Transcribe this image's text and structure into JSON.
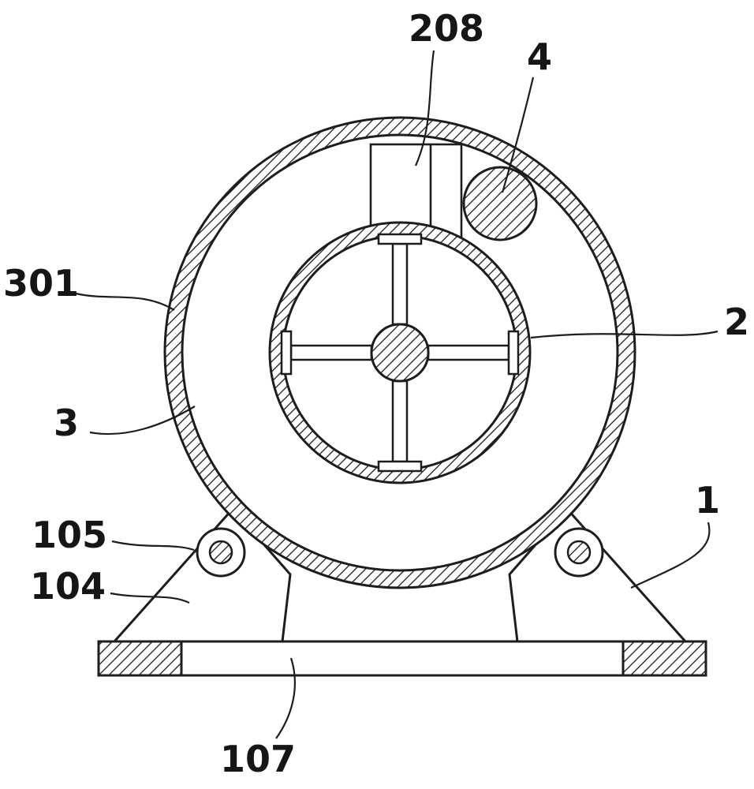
{
  "figure": {
    "background": "#ffffff",
    "line_color": "#1d1d1d",
    "labels": {
      "n208": "208",
      "n4": "4",
      "n301": "301",
      "n2": "2",
      "n3": "3",
      "n105": "105",
      "n104": "104",
      "n1": "1",
      "n107": "107"
    }
  }
}
